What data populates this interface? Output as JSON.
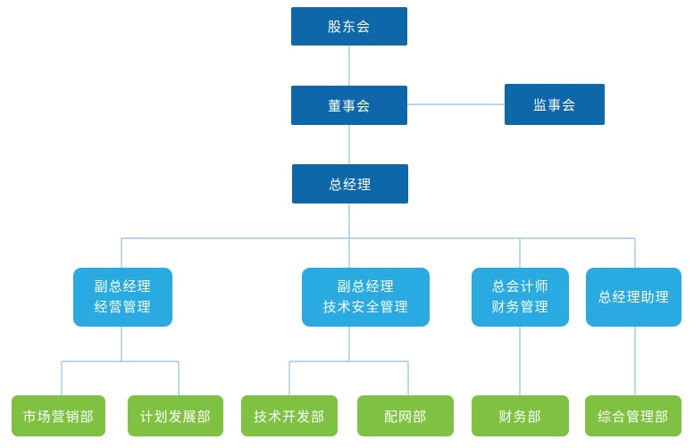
{
  "org": {
    "nodes": {
      "shareholders": {
        "label": "股东会"
      },
      "board": {
        "label": "董事会"
      },
      "supervisors": {
        "label": "监事会"
      },
      "gm": {
        "label": "总经理"
      },
      "vp_operations": {
        "label": "副总经理\n经营管理"
      },
      "vp_tech_safety": {
        "label": "副总经理\n技术安全管理"
      },
      "chief_accountant": {
        "label": "总会计师\n财务管理"
      },
      "gm_assistant": {
        "label": "总经理助理"
      },
      "marketing_dept": {
        "label": "市场营销部"
      },
      "planning_dept": {
        "label": "计划发展部"
      },
      "tech_dev_dept": {
        "label": "技术开发部"
      },
      "distribution_dept": {
        "label": "配网部"
      },
      "finance_dept": {
        "label": "财务部"
      },
      "general_admin_dept": {
        "label": "综合管理部"
      }
    },
    "edges": [
      {
        "from": "shareholders",
        "to": "board"
      },
      {
        "from": "board",
        "to": "supervisors"
      },
      {
        "from": "board",
        "to": "gm"
      },
      {
        "from": "gm",
        "to": "vp_operations"
      },
      {
        "from": "gm",
        "to": "vp_tech_safety"
      },
      {
        "from": "gm",
        "to": "chief_accountant"
      },
      {
        "from": "gm",
        "to": "gm_assistant"
      },
      {
        "from": "vp_operations",
        "to": "marketing_dept"
      },
      {
        "from": "vp_operations",
        "to": "planning_dept"
      },
      {
        "from": "vp_tech_safety",
        "to": "tech_dev_dept"
      },
      {
        "from": "vp_tech_safety",
        "to": "distribution_dept"
      },
      {
        "from": "chief_accountant",
        "to": "finance_dept"
      },
      {
        "from": "gm_assistant",
        "to": "general_admin_dept"
      }
    ],
    "colors": {
      "level_top": "#0e67a8",
      "level_mid": "#29abe2",
      "level_dept": "#7fc241",
      "connector": "#9fc9e7",
      "text": "#ffffff"
    }
  }
}
